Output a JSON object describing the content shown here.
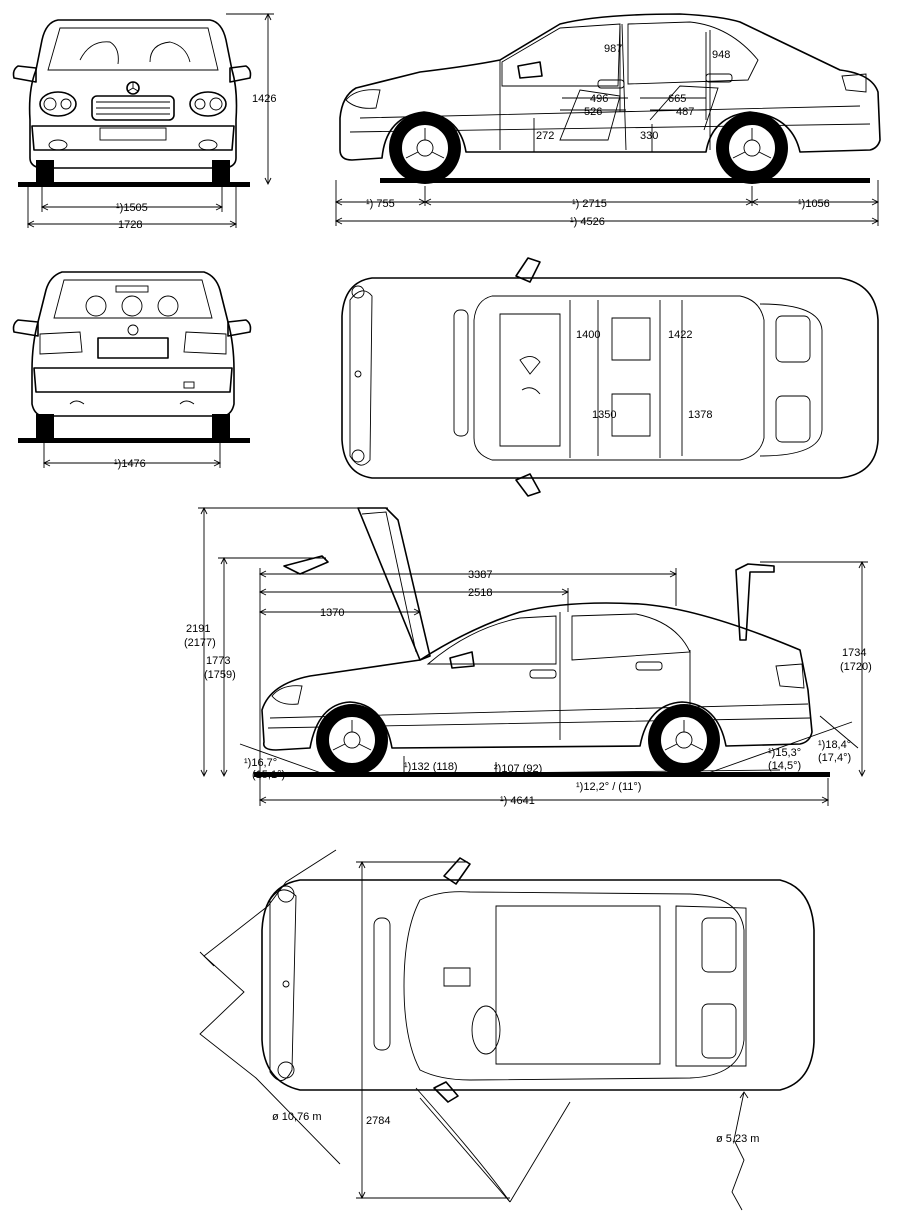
{
  "front_view": {
    "height": "1426",
    "track_front": "¹)1505",
    "width": "1728"
  },
  "side_view": {
    "front_overhang": "¹) 755",
    "wheelbase": "¹) 2715",
    "rear_overhang": "¹)1056",
    "length": "¹) 4526",
    "front_headroom": "987",
    "rear_headroom": "948",
    "front_legroom_a": "496",
    "front_legroom_b": "526",
    "rear_legroom_a": "665",
    "rear_legroom_b": "487",
    "front_seat_height": "272",
    "rear_seat_height": "330"
  },
  "rear_view": {
    "track_rear": "¹)1476"
  },
  "top_view": {
    "front_shoulder": "1400",
    "rear_shoulder": "1422",
    "front_hip": "1350",
    "rear_hip": "1378"
  },
  "open_view": {
    "hood_open_height": "2191",
    "hood_open_height_alt": "(2177)",
    "roof_height": "1773",
    "roof_height_alt": "(1759)",
    "trunk_open_height": "1734",
    "trunk_open_height_alt": "(1720)",
    "len_3387": "3387",
    "len_2518": "2518",
    "len_1370": "1370",
    "approach_angle": "¹)16,7°",
    "approach_angle_alt": "(15,1°)",
    "clearance_front": "¹)132 (118)",
    "clearance_mid": "²)107 (92)",
    "ramp_angle": "¹)12,2° / (11°)",
    "depart_angle": "¹)15,3°",
    "depart_angle_alt": "(14,5°)",
    "depart_angle2": "¹)18,4°",
    "depart_angle2_alt": "(17,4°)",
    "overall_length": "¹) 4641"
  },
  "turning_view": {
    "turning_circle": "ø 10,76 m",
    "width_mirrors": "2784",
    "door_sweep": "ø 5,23 m"
  }
}
